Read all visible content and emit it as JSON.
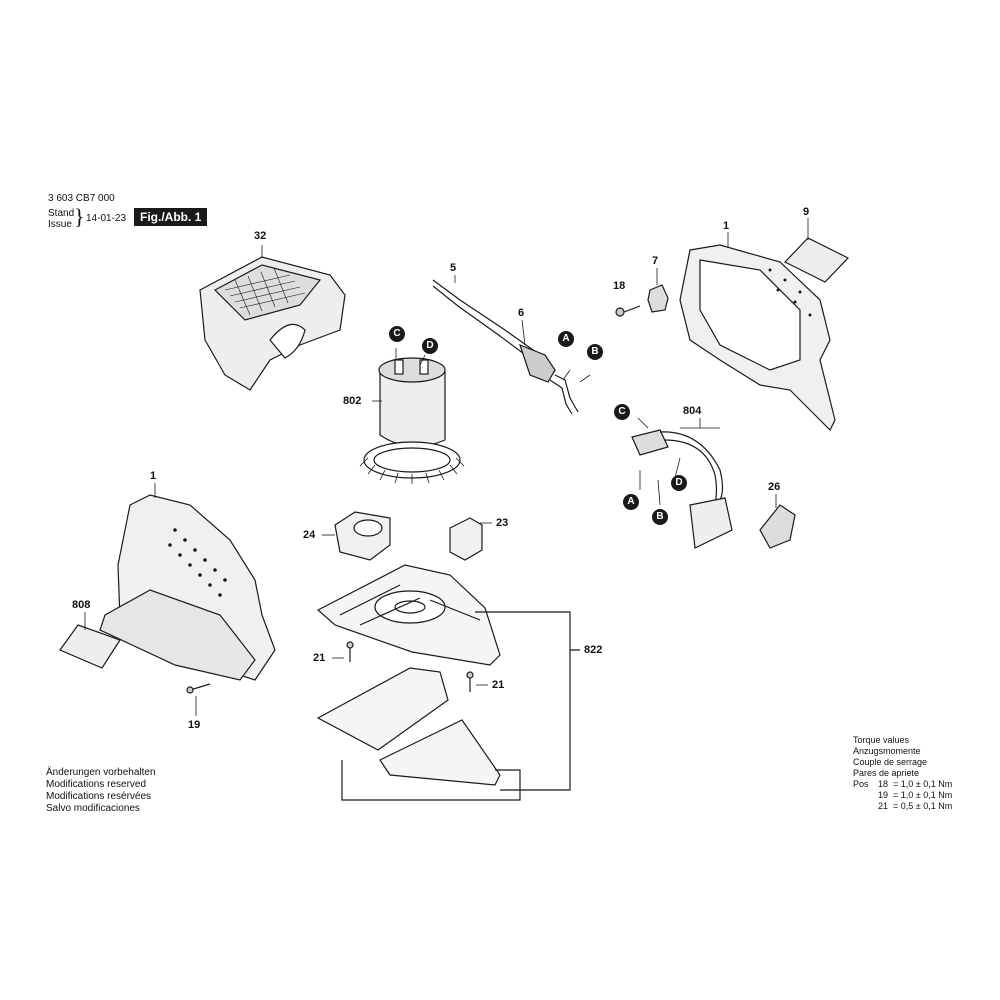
{
  "header": {
    "part_number": "3 603 CB7 000",
    "stand_label": "Stand",
    "issue_label": "Issue",
    "date": "14-01-23",
    "figure": "Fig./Abb. 1"
  },
  "callouts": {
    "p32": "32",
    "p5": "5",
    "p6": "6",
    "p1_top": "1",
    "p9": "9",
    "p7": "7",
    "p18": "18",
    "p802": "802",
    "p804": "804",
    "p26": "26",
    "p1_left": "1",
    "p24": "24",
    "p23": "23",
    "p808": "808",
    "p21_left": "21",
    "p21_right": "21",
    "p822": "822",
    "p19": "19"
  },
  "connectors": {
    "c_motor": "C",
    "d_motor": "D",
    "a_cable": "A",
    "b_cable": "B",
    "c_switch": "C",
    "d_switch": "D",
    "a_switch": "A",
    "b_switch": "B"
  },
  "notes": {
    "line1": "Änderungen vorbehalten",
    "line2": "Modifications reserved",
    "line3": "Modifications resérvées",
    "line4": "Salvo modificaciones"
  },
  "torque": {
    "title1": "Torque values",
    "title2": "Anzugsmomente",
    "title3": "Couple de serrage",
    "title4": "Pares de apriete",
    "pos_label": "Pos",
    "rows": [
      {
        "pos": "18",
        "value": "= 1,0 ± 0,1 Nm"
      },
      {
        "pos": "19",
        "value": "= 1,0 ± 0,1 Nm"
      },
      {
        "pos": "21",
        "value": "= 0,5 ± 0,1 Nm"
      }
    ]
  }
}
